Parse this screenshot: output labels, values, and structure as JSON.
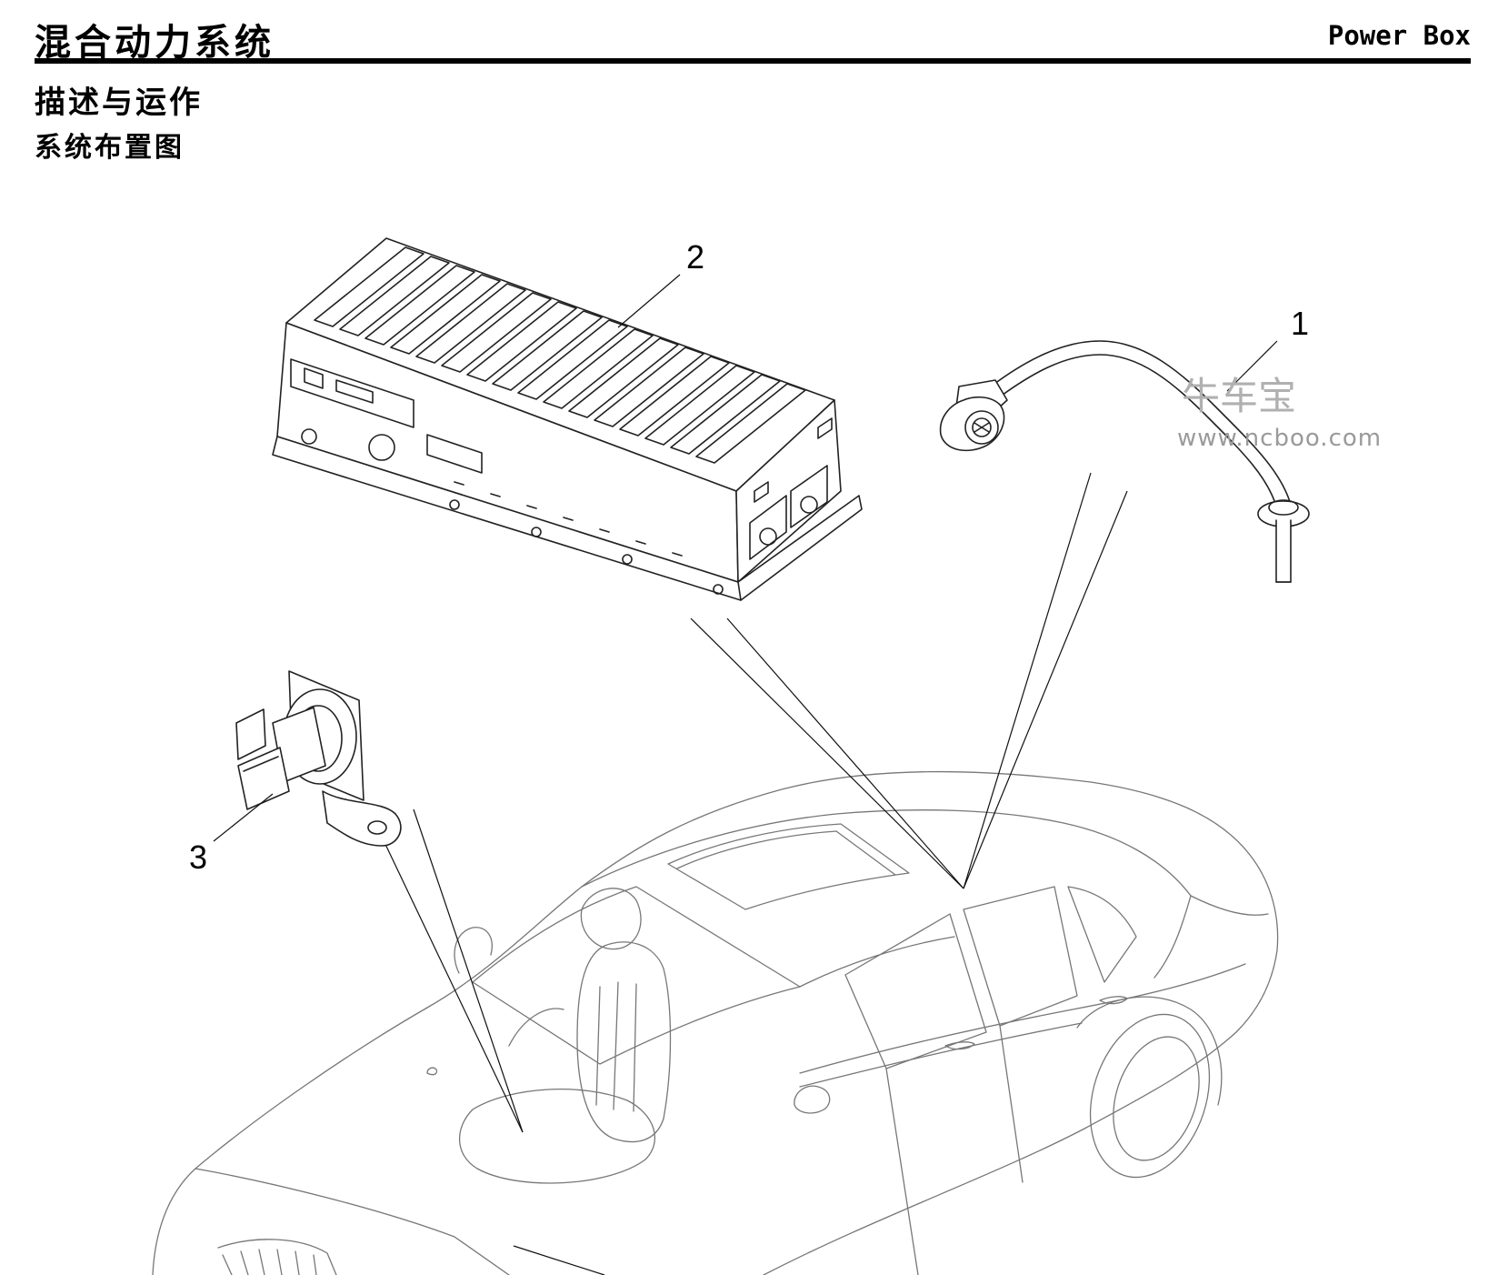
{
  "header": {
    "title": "混合动力系统",
    "model": "Power  Box"
  },
  "section": {
    "heading": "描述与运作",
    "subheading": "系统布置图"
  },
  "figure": {
    "callouts": [
      "1",
      "2",
      "3"
    ],
    "watermark": {
      "brand": "牛车宝",
      "url": "www.ncboo.com"
    }
  }
}
